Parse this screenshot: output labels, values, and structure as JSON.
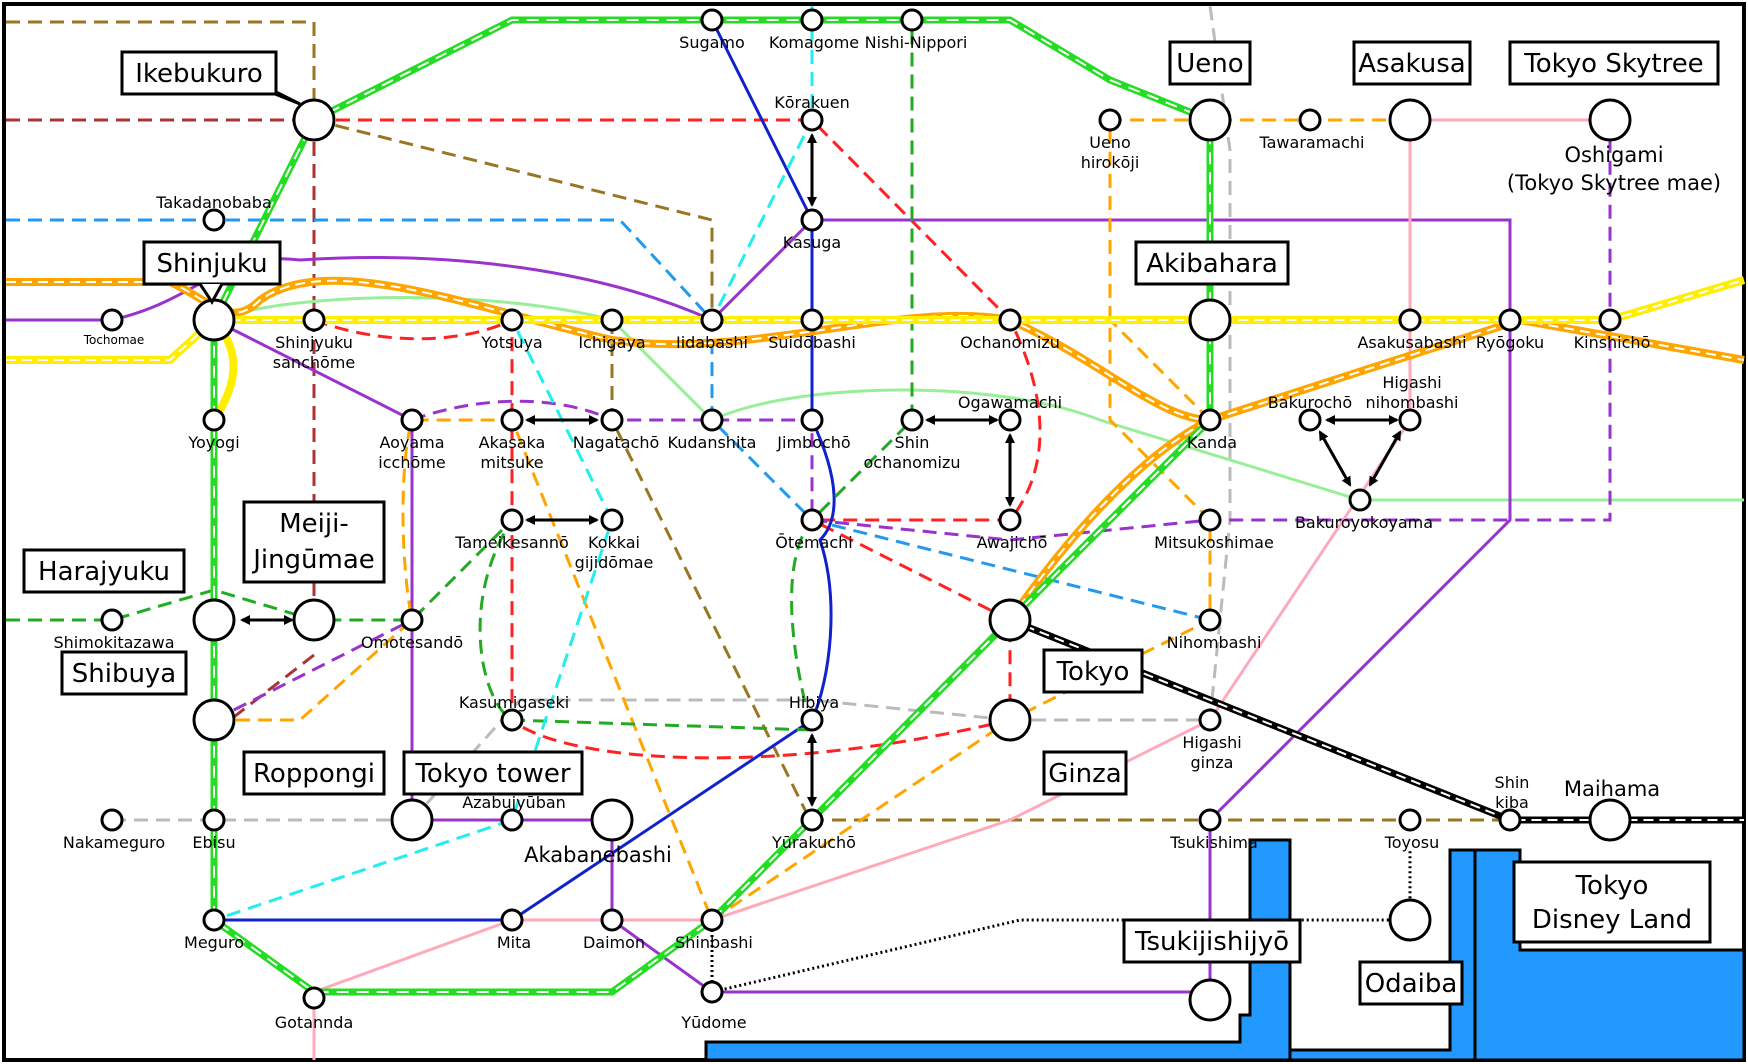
{
  "colors": {
    "jr_yamanote": "#22dd22",
    "jr_chuo": "#ffa500",
    "jr_sobu": "#ffee00",
    "marunouchi": "#ff2222",
    "tozai": "#2299ee",
    "namboku": "#22aa22",
    "mita": "#1122cc",
    "hanzomon": "#aa44dd",
    "oedo": "#9933cc",
    "yurakucho": "#997722",
    "ginza": "#ff9900",
    "hibiya": "#bbbbbb",
    "chiyoda": "#22cc22",
    "asakusa": "#ffaabb",
    "shinjuku": "#99ee99",
    "fukutoshin": "#883322",
    "keiyo": "#000000",
    "water": "#2299ff"
  },
  "major_stations": {
    "ikebukuro": "Ikebukuro",
    "shinjuku": "Shinjuku",
    "harajyuku": "Harajyuku",
    "meiji_jingumae": [
      "Meiji-",
      "Jingūmae"
    ],
    "shibuya": "Shibuya",
    "roppongi": "Roppongi",
    "tokyo_tower": "Tokyo tower",
    "akabanebashi": "Akabanebashi",
    "ueno": "Ueno",
    "asakusa": "Asakusa",
    "tokyo_skytree": "Tokyo Skytree",
    "oshigami": [
      "Oshigami",
      "(Tokyo Skytree mae)"
    ],
    "akibahara": "Akibahara",
    "tokyo": "Tokyo",
    "ginza": "Ginza",
    "tsukijishijyo": "Tsukijishijyō",
    "odaiba": "Odaiba",
    "maihama": "Maihama",
    "tokyo_disney_land": [
      "Tokyo",
      "Disney Land"
    ]
  },
  "stations": {
    "sugamo": "Sugamo",
    "komagome": "Komagome",
    "nishi_nippori": "Nishi-Nippori",
    "korakuen": "Kōrakuen",
    "ueno_hirokoji": [
      "Ueno",
      "hirokōji"
    ],
    "tawaramachi": "Tawaramachi",
    "takadanobaba": "Takadanobaba",
    "kasuga": "Kasuga",
    "tochomae": "Tochomae",
    "shinjyuku_sanchome": [
      "Shinjyuku",
      "sanchōme"
    ],
    "yotsuya": "Yotsuya",
    "ichigaya": "Ichigaya",
    "iidabashi": "Iidabashi",
    "suidobashi": "Suidōbashi",
    "ochanomizu": "Ochanomizu",
    "asakusabashi": "Asakusabashi",
    "ryogoku": "Ryōgoku",
    "kinshicho": "Kinshichō",
    "yoyogi": "Yoyogi",
    "aoyama_icchome": [
      "Aoyama",
      "icchōme"
    ],
    "akasaka_mitsuke": [
      "Akasaka",
      "mitsuke"
    ],
    "nagatacho": "Nagatachō",
    "kudanshita": "Kudanshita",
    "jimbocho": "Jimbochō",
    "shin_ochanomizu": [
      "Shin",
      "ochanomizu"
    ],
    "ogawamachi": "Ogawamachi",
    "kanda": "Kanda",
    "bakurocho": "Bakurochō",
    "higashi_nihombashi": [
      "Higashi",
      "nihombashi"
    ],
    "tameikesanno": "Tameikesannō",
    "kokkai_gijidomae": [
      "Kokkai",
      "gijidōmae"
    ],
    "otemachi": "Ōtemachi",
    "awajicho": "Awajichō",
    "mitsukoshimae": "Mitsukoshimae",
    "bakuroyokoyama": "Bakuroyokoyama",
    "shimokitazawa": "Shimokitazawa",
    "omotesando": "Omotesandō",
    "nihombashi": "Nihombashi",
    "kasumigaseki": "Kasumigaseki",
    "hibiya": "Hibiya",
    "higashi_ginza": [
      "Higashi",
      "ginza"
    ],
    "azabujyuban": "Azabujyūban",
    "shin_kiba": [
      "Shin",
      "kiba"
    ],
    "nakameguro": "Nakameguro",
    "ebisu": "Ebisu",
    "yurakucho": "Yūrakuchō",
    "tsukishima": "Tsukishima",
    "toyosu": "Toyosu",
    "meguro": "Meguro",
    "mita": "Mita",
    "daimon": "Daimon",
    "shinbashi": "Shinbashi",
    "gotannda": "Gotannda",
    "yudome": "Yūdome"
  }
}
